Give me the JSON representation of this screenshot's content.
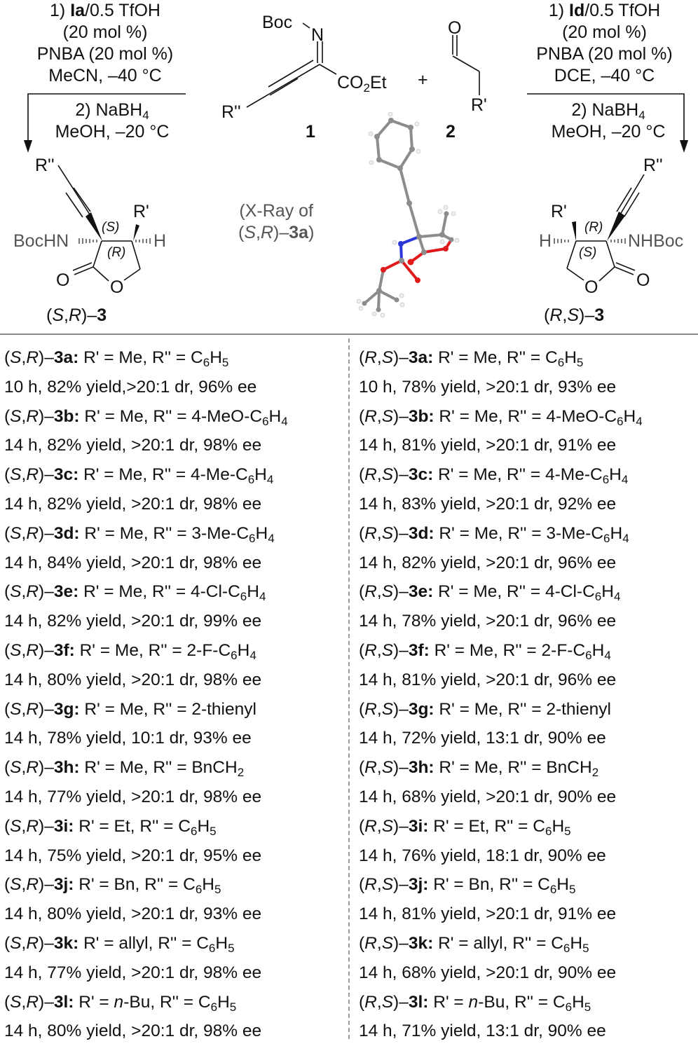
{
  "scheme": {
    "left_conditions": {
      "step1_prefix": "1) ",
      "step1_catalyst": "Ia",
      "step1_suffix": "/0.5 TfOH",
      "line2": "(20 mol %)",
      "line3": "PNBA (20 mol %)",
      "line4": "MeCN, –40 °C",
      "step2_a": "2) NaBH",
      "step2_sub": "4",
      "step2_b": "MeOH, –20 °C"
    },
    "right_conditions": {
      "step1_prefix": "1) ",
      "step1_catalyst": "Id",
      "step1_suffix": "/0.5 TfOH",
      "line2": "(20 mol %)",
      "line3": "PNBA (20 mol %)",
      "line4": "DCE, –40 °C",
      "step2_a": "2) NaBH",
      "step2_sub": "4",
      "step2_b": "MeOH, –20 °C"
    },
    "reactant1": {
      "boc": "Boc",
      "n": "N",
      "ester": "CO",
      "ester_sub": "2",
      "ester_tail": "Et",
      "r2": "R''",
      "label": "1"
    },
    "plus": "+",
    "reactant2": {
      "o": "O",
      "r1": "R'",
      "label": "2"
    },
    "xray": {
      "line1": "(X-Ray of",
      "line2_open": "(",
      "line2_s": "S",
      "line2_comma": ",",
      "line2_r": "R",
      "line2_close": ")–",
      "line2_cmpd": "3a",
      "line2_end": ")"
    },
    "product_left": {
      "r2": "R''",
      "r1": "R'",
      "nhboc": "BocHN",
      "h": "H",
      "stereo_top": "(S)",
      "stereo_bottom": "(R)",
      "carbonyl_o": "O",
      "ring_o": "O",
      "label_config_open": "(",
      "label_config_1": "S",
      "label_config_comma": ",",
      "label_config_2": "R",
      "label_config_close": ")–",
      "label_num": "3"
    },
    "product_right": {
      "r2": "R''",
      "r1": "R'",
      "nhboc": "NHBoc",
      "h": "H",
      "stereo_top": "(R)",
      "stereo_bottom": "(S)",
      "carbonyl_o": "O",
      "ring_o": "O",
      "label_config_open": "(",
      "label_config_1": "R",
      "label_config_comma": ",",
      "label_config_2": "S",
      "label_config_close": ")–",
      "label_num": "3"
    }
  },
  "results": {
    "left": [
      {
        "config1": "S",
        "config2": "R",
        "cmpd": "3a",
        "r1": "Me",
        "r2": "C",
        "r2_sub1": "6",
        "r2_mid": "H",
        "r2_sub2": "5",
        "r1_italic_prefix": "",
        "line2": "10 h, 82% yield,>20:1 dr, 96% ee"
      },
      {
        "config1": "S",
        "config2": "R",
        "cmpd": "3b",
        "r1": "Me",
        "r2": "4-MeO-C",
        "r2_sub1": "6",
        "r2_mid": "H",
        "r2_sub2": "4",
        "r1_italic_prefix": "",
        "line2": "14 h, 82% yield, >20:1 dr, 98% ee"
      },
      {
        "config1": "S",
        "config2": "R",
        "cmpd": "3c",
        "r1": "Me",
        "r2": "4-Me-C",
        "r2_sub1": "6",
        "r2_mid": "H",
        "r2_sub2": "4",
        "r1_italic_prefix": "",
        "line2": "14 h, 82% yield, >20:1 dr, 98% ee"
      },
      {
        "config1": "S",
        "config2": "R",
        "cmpd": "3d",
        "r1": "Me",
        "r2": "3-Me-C",
        "r2_sub1": "6",
        "r2_mid": "H",
        "r2_sub2": "4",
        "r1_italic_prefix": "",
        "line2": "14 h, 84% yield, >20:1 dr, 98% ee"
      },
      {
        "config1": "S",
        "config2": "R",
        "cmpd": "3e",
        "r1": "Me",
        "r2": "4-Cl-C",
        "r2_sub1": "6",
        "r2_mid": "H",
        "r2_sub2": "4",
        "r1_italic_prefix": "",
        "line2": "14 h, 82% yield, >20:1 dr, 99% ee"
      },
      {
        "config1": "S",
        "config2": "R",
        "cmpd": "3f",
        "r1": "Me",
        "r2": "2-F-C",
        "r2_sub1": "6",
        "r2_mid": "H",
        "r2_sub2": "4",
        "r1_italic_prefix": "",
        "line2": "14 h, 80% yield, >20:1 dr, 98% ee"
      },
      {
        "config1": "S",
        "config2": "R",
        "cmpd": "3g",
        "r1": "Me",
        "r2": "2-thienyl",
        "r2_sub1": "",
        "r2_mid": "",
        "r2_sub2": "",
        "r1_italic_prefix": "",
        "line2": "14 h, 78% yield, 10:1 dr, 93% ee"
      },
      {
        "config1": "S",
        "config2": "R",
        "cmpd": "3h",
        "r1": "Me",
        "r2": "BnCH",
        "r2_sub1": "2",
        "r2_mid": "",
        "r2_sub2": "",
        "r1_italic_prefix": "",
        "line2": "14 h, 77% yield, >20:1 dr, 98% ee"
      },
      {
        "config1": "S",
        "config2": "R",
        "cmpd": "3i",
        "r1": "Et",
        "r2": "C",
        "r2_sub1": "6",
        "r2_mid": "H",
        "r2_sub2": "5",
        "r1_italic_prefix": "",
        "line2": "14 h, 75% yield, >20:1 dr, 95% ee"
      },
      {
        "config1": "S",
        "config2": "R",
        "cmpd": "3j",
        "r1": "Bn",
        "r2": "C",
        "r2_sub1": "6",
        "r2_mid": "H",
        "r2_sub2": "5",
        "r1_italic_prefix": "",
        "line2": "14 h, 80% yield, >20:1 dr, 93% ee"
      },
      {
        "config1": "S",
        "config2": "R",
        "cmpd": "3k",
        "r1": "allyl",
        "r2": "C",
        "r2_sub1": "6",
        "r2_mid": "H",
        "r2_sub2": "5",
        "r1_italic_prefix": "",
        "line2": "14 h, 77% yield, >20:1 dr, 98% ee"
      },
      {
        "config1": "S",
        "config2": "R",
        "cmpd": "3l",
        "r1": "-Bu",
        "r2": "C",
        "r2_sub1": "6",
        "r2_mid": "H",
        "r2_sub2": "5",
        "r1_italic_prefix": "n",
        "line2": "14 h, 80% yield, >20:1 dr, 98% ee"
      }
    ],
    "right": [
      {
        "config1": "R",
        "config2": "S",
        "cmpd": "3a",
        "r1": "Me",
        "r2": "C",
        "r2_sub1": "6",
        "r2_mid": "H",
        "r2_sub2": "5",
        "r1_italic_prefix": "",
        "line2": "10 h, 78% yield, >20:1 dr, 93% ee"
      },
      {
        "config1": "R",
        "config2": "S",
        "cmpd": "3b",
        "r1": "Me",
        "r2": "4-MeO-C",
        "r2_sub1": "6",
        "r2_mid": "H",
        "r2_sub2": "4",
        "r1_italic_prefix": "",
        "line2": "14 h, 81% yield, >20:1 dr, 91% ee"
      },
      {
        "config1": "R",
        "config2": "S",
        "cmpd": "3c",
        "r1": "Me",
        "r2": "4-Me-C",
        "r2_sub1": "6",
        "r2_mid": "H",
        "r2_sub2": "4",
        "r1_italic_prefix": "",
        "line2": "14 h, 83% yield, >20:1 dr, 92% ee"
      },
      {
        "config1": "R",
        "config2": "S",
        "cmpd": "3d",
        "r1": "Me",
        "r2": "3-Me-C",
        "r2_sub1": "6",
        "r2_mid": "H",
        "r2_sub2": "4",
        "r1_italic_prefix": "",
        "line2": "14 h, 82% yield, >20:1 dr, 96% ee"
      },
      {
        "config1": "R",
        "config2": "S",
        "cmpd": "3e",
        "r1": "Me",
        "r2": "4-Cl-C",
        "r2_sub1": "6",
        "r2_mid": "H",
        "r2_sub2": "4",
        "r1_italic_prefix": "",
        "line2": "14 h, 78% yield, >20:1 dr, 96% ee"
      },
      {
        "config1": "R",
        "config2": "S",
        "cmpd": "3f",
        "r1": "Me",
        "r2": "2-F-C",
        "r2_sub1": "6",
        "r2_mid": "H",
        "r2_sub2": "4",
        "r1_italic_prefix": "",
        "line2": "14 h, 81% yield, >20:1 dr, 96% ee"
      },
      {
        "config1": "R",
        "config2": "S",
        "cmpd": "3g",
        "r1": "Me",
        "r2": "2-thienyl",
        "r2_sub1": "",
        "r2_mid": "",
        "r2_sub2": "",
        "r1_italic_prefix": "",
        "line2": "14 h, 72% yield, 13:1 dr, 90% ee"
      },
      {
        "config1": "R",
        "config2": "S",
        "cmpd": "3h",
        "r1": "Me",
        "r2": "BnCH",
        "r2_sub1": "2",
        "r2_mid": "",
        "r2_sub2": "",
        "r1_italic_prefix": "",
        "line2": "14 h, 68% yield, >20:1 dr, 90% ee"
      },
      {
        "config1": "R",
        "config2": "S",
        "cmpd": "3i",
        "r1": "Et",
        "r2": "C",
        "r2_sub1": "6",
        "r2_mid": "H",
        "r2_sub2": "5",
        "r1_italic_prefix": "",
        "line2": "14 h, 76% yield, 18:1 dr, 90% ee"
      },
      {
        "config1": "R",
        "config2": "S",
        "cmpd": "3j",
        "r1": "Bn",
        "r2": "C",
        "r2_sub1": "6",
        "r2_mid": "H",
        "r2_sub2": "5",
        "r1_italic_prefix": "",
        "line2": "14 h, 81% yield, >20:1 dr, 91% ee"
      },
      {
        "config1": "R",
        "config2": "S",
        "cmpd": "3k",
        "r1": "allyl",
        "r2": "C",
        "r2_sub1": "6",
        "r2_mid": "H",
        "r2_sub2": "5",
        "r1_italic_prefix": "",
        "line2": "14 h, 68% yield, >20:1 dr, 90% ee"
      },
      {
        "config1": "R",
        "config2": "S",
        "cmpd": "3l",
        "r1": "-Bu",
        "r2": "C",
        "r2_sub1": "6",
        "r2_mid": "H",
        "r2_sub2": "5",
        "r1_italic_prefix": "n",
        "line2": "14 h, 71% yield, 13:1 dr, 90% ee"
      }
    ],
    "fixed_text": {
      "r1_eq": "R' = ",
      "r2_eq": ", R'' = ",
      "colon": ":"
    }
  },
  "colors": {
    "text": "#111111",
    "grey_text": "#555555",
    "separator": "#8a8a8a",
    "xray_carbon": "#8c8c8c",
    "xray_nitrogen": "#2a36d8",
    "xray_oxygen": "#e01a1a",
    "xray_hydrogen": "#e8e8e8"
  }
}
